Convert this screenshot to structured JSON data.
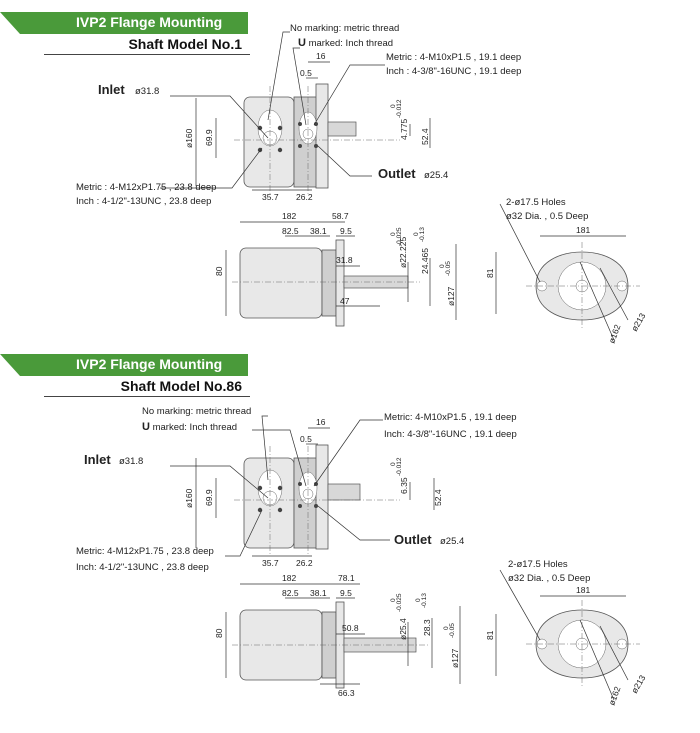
{
  "sections": [
    {
      "banner_title": "IVP2 Flange Mounting",
      "banner_subtitle": "Shaft Model No.1",
      "no_marking": "No marking: metric thread",
      "u_marked_letter": "U",
      "u_marked_rest": " marked: Inch thread",
      "outlet_metric": "Metric : 4-M10xP1.5 , 19.1 deep",
      "outlet_inch": "Inch : 4-3/8\"-16UNC , 19.1 deep",
      "inlet_label": "Inlet",
      "inlet_dia": "ø31.8",
      "outlet_label": "Outlet",
      "outlet_dia": "ø25.4",
      "inlet_metric": "Metric : 4-M12xP1.75 , 23.8 deep",
      "inlet_inch": "Inch : 4-1/2\"-13UNC , 23.8 deep",
      "dims_front": [
        "16",
        "0.5",
        "ø160",
        "69.9",
        "35.7",
        "26.2",
        "52.4"
      ],
      "key_width": "4.775",
      "key_tol_upper": "0",
      "key_tol_lower": "-0.012",
      "dims_side": [
        "182",
        "58.7",
        "82.5",
        "38.1",
        "9.5",
        "80",
        "31.8",
        "47",
        "81"
      ],
      "shaft_dia": "ø22.225",
      "shaft_tol_upper": "0",
      "shaft_tol_lower": "-0.025",
      "key_height": "24.465",
      "key_height_tol_upper": "0",
      "key_height_tol_lower": "-0.13",
      "pilot_dia": "ø127",
      "pilot_tol_upper": "0",
      "pilot_tol_lower": "-0.05",
      "holes": "2-ø17.5 Holes",
      "spotface": "ø32 Dia. , 0.5 Deep",
      "dims_flange": [
        "181",
        "ø213",
        "ø162"
      ]
    },
    {
      "banner_title": "IVP2 Flange Mounting",
      "banner_subtitle": "Shaft Model No.86",
      "no_marking": "No marking: metric thread",
      "u_marked_letter": "U",
      "u_marked_rest": " marked: Inch thread",
      "outlet_metric": "Metric: 4-M10xP1.5 , 19.1 deep",
      "outlet_inch": "Inch: 4-3/8\"-16UNC , 19.1 deep",
      "inlet_label": "Inlet",
      "inlet_dia": "ø31.8",
      "outlet_label": "Outlet",
      "outlet_dia": "ø25.4",
      "inlet_metric": "Metric: 4-M12xP1.75 , 23.8 deep",
      "inlet_inch": "Inch: 4-1/2\"-13UNC , 23.8 deep",
      "dims_front": [
        "16",
        "0.5",
        "ø160",
        "69.9",
        "35.7",
        "26.2",
        "52.4"
      ],
      "key_width": "6.35",
      "key_tol_upper": "0",
      "key_tol_lower": "-0.012",
      "dims_side": [
        "182",
        "78.1",
        "82.5",
        "38.1",
        "9.5",
        "80",
        "50.8",
        "66.3",
        "81"
      ],
      "shaft_dia": "ø25.4",
      "shaft_tol_upper": "0",
      "shaft_tol_lower": "-0.025",
      "key_height": "28.3",
      "key_height_tol_upper": "0",
      "key_height_tol_lower": "-0.13",
      "pilot_dia": "ø127",
      "pilot_tol_upper": "0",
      "pilot_tol_lower": "-0.05",
      "holes": "2-ø17.5 Holes",
      "spotface": "ø32 Dia. , 0.5 Deep",
      "dims_flange": [
        "181",
        "ø213",
        "ø162"
      ]
    }
  ]
}
